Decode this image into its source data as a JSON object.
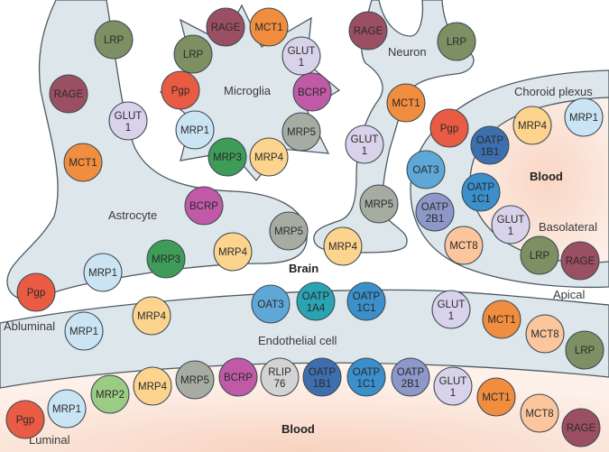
{
  "labels": {
    "microglia": "Microglia",
    "neuron": "Neuron",
    "choroid_plexus": "Choroid plexus",
    "blood_choroid": "Blood",
    "basolateral": "Basolateral",
    "apical": "Apical",
    "astrocyte": "Astrocyte",
    "brain": "Brain",
    "abluminal": "Abluminal",
    "endothelial_cell": "Endothelial cell",
    "blood_bottom": "Blood",
    "luminal": "Luminal"
  },
  "colors": {
    "tissue": "#dde6ea",
    "outline": "#4c5a63",
    "blood": "#fbe8de",
    "RAGE": "#9b4f62",
    "LRP": "#7d8f63",
    "MCT1": "#f08d3f",
    "GLUT": "#d8d2ea",
    "BCRP": "#c05aa6",
    "Pgp": "#ea5b43",
    "MRP1": "#cbe4f4",
    "MRP2": "#9ccb84",
    "MRP3": "#3e9c58",
    "MRP4": "#fdd48d",
    "MRP5": "#a6aca1",
    "OAT3": "#5ea7d6",
    "OATP1A4": "#2aa3b3",
    "OATP1C1": "#3b8fcb",
    "OATP1B1": "#3d6fae",
    "OATP2B1": "#8d98c8",
    "MCT8": "#fbc59d",
    "RLIP": "#d3d3d3"
  },
  "transporters": [
    {
      "id": "mg-rage",
      "lines": [
        "RAGE"
      ],
      "type": "RAGE"
    },
    {
      "id": "mg-mct1",
      "lines": [
        "MCT1"
      ],
      "type": "MCT1"
    },
    {
      "id": "mg-glut1",
      "lines": [
        "GLUT",
        "1"
      ],
      "type": "GLUT"
    },
    {
      "id": "mg-lrp",
      "lines": [
        "LRP"
      ],
      "type": "LRP"
    },
    {
      "id": "mg-pgp",
      "lines": [
        "Pgp"
      ],
      "type": "Pgp"
    },
    {
      "id": "mg-bcrp",
      "lines": [
        "BCRP"
      ],
      "type": "BCRP"
    },
    {
      "id": "mg-mrp1",
      "lines": [
        "MRP1"
      ],
      "type": "MRP1"
    },
    {
      "id": "mg-mrp5",
      "lines": [
        "MRP5"
      ],
      "type": "MRP5"
    },
    {
      "id": "mg-mrp3",
      "lines": [
        "MRP3"
      ],
      "type": "MRP3"
    },
    {
      "id": "mg-mrp4",
      "lines": [
        "MRP4"
      ],
      "type": "MRP4"
    },
    {
      "id": "ast-lrp",
      "lines": [
        "LRP"
      ],
      "type": "LRP"
    },
    {
      "id": "ast-rage",
      "lines": [
        "RAGE"
      ],
      "type": "RAGE"
    },
    {
      "id": "ast-glut1",
      "lines": [
        "GLUT",
        "1"
      ],
      "type": "GLUT"
    },
    {
      "id": "ast-mct1",
      "lines": [
        "MCT1"
      ],
      "type": "MCT1"
    },
    {
      "id": "ast-bcrp",
      "lines": [
        "BCRP"
      ],
      "type": "BCRP"
    },
    {
      "id": "ast-mrp5",
      "lines": [
        "MRP5"
      ],
      "type": "MRP5"
    },
    {
      "id": "ast-mrp4",
      "lines": [
        "MRP4"
      ],
      "type": "MRP4"
    },
    {
      "id": "ast-mrp3",
      "lines": [
        "MRP3"
      ],
      "type": "MRP3"
    },
    {
      "id": "ast-mrp1",
      "lines": [
        "MRP1"
      ],
      "type": "MRP1"
    },
    {
      "id": "ast-pgp",
      "lines": [
        "Pgp"
      ],
      "type": "Pgp"
    },
    {
      "id": "neu-rage",
      "lines": [
        "RAGE"
      ],
      "type": "RAGE"
    },
    {
      "id": "neu-lrp",
      "lines": [
        "LRP"
      ],
      "type": "LRP"
    },
    {
      "id": "neu-mct1",
      "lines": [
        "MCT1"
      ],
      "type": "MCT1"
    },
    {
      "id": "neu-glut1",
      "lines": [
        "GLUT",
        "1"
      ],
      "type": "GLUT"
    },
    {
      "id": "neu-mrp5",
      "lines": [
        "MRP5"
      ],
      "type": "MRP5"
    },
    {
      "id": "neu-mrp4",
      "lines": [
        "MRP4"
      ],
      "type": "MRP4"
    },
    {
      "id": "cp-pgp",
      "lines": [
        "Pgp"
      ],
      "type": "Pgp"
    },
    {
      "id": "cp-oat3",
      "lines": [
        "OAT3"
      ],
      "type": "OAT3"
    },
    {
      "id": "cp-oatp2b1",
      "lines": [
        "OATP",
        "2B1"
      ],
      "type": "OATP2B1"
    },
    {
      "id": "cp-mct8",
      "lines": [
        "MCT8"
      ],
      "type": "MCT8"
    },
    {
      "id": "cp-oatp1b1",
      "lines": [
        "OATP",
        "1B1"
      ],
      "type": "OATP1B1"
    },
    {
      "id": "cp-oatp1c1",
      "lines": [
        "OATP",
        "1C1"
      ],
      "type": "OATP1C1"
    },
    {
      "id": "cp-mrp4",
      "lines": [
        "MRP4"
      ],
      "type": "MRP4"
    },
    {
      "id": "cp-mrp1",
      "lines": [
        "MRP1"
      ],
      "type": "MRP1"
    },
    {
      "id": "cp-glut1",
      "lines": [
        "GLUT",
        "1"
      ],
      "type": "GLUT"
    },
    {
      "id": "cp-lrp",
      "lines": [
        "LRP"
      ],
      "type": "LRP"
    },
    {
      "id": "cp-rage",
      "lines": [
        "RAGE"
      ],
      "type": "RAGE"
    },
    {
      "id": "ab-mrp1",
      "lines": [
        "MRP1"
      ],
      "type": "MRP1"
    },
    {
      "id": "ab-mrp4",
      "lines": [
        "MRP4"
      ],
      "type": "MRP4"
    },
    {
      "id": "ab-oat3",
      "lines": [
        "OAT3"
      ],
      "type": "OAT3"
    },
    {
      "id": "ab-oatp1a4",
      "lines": [
        "OATP",
        "1A4"
      ],
      "type": "OATP1A4"
    },
    {
      "id": "ab-oatp1c1",
      "lines": [
        "OATP",
        "1C1"
      ],
      "type": "OATP1C1"
    },
    {
      "id": "ab-glut1",
      "lines": [
        "GLUT",
        "1"
      ],
      "type": "GLUT"
    },
    {
      "id": "ab-mct1",
      "lines": [
        "MCT1"
      ],
      "type": "MCT1"
    },
    {
      "id": "ab-mct8",
      "lines": [
        "MCT8"
      ],
      "type": "MCT8"
    },
    {
      "id": "ab-lrp",
      "lines": [
        "LRP"
      ],
      "type": "LRP"
    },
    {
      "id": "lu-pgp",
      "lines": [
        "Pgp"
      ],
      "type": "Pgp"
    },
    {
      "id": "lu-mrp1",
      "lines": [
        "MRP1"
      ],
      "type": "MRP1"
    },
    {
      "id": "lu-mrp2",
      "lines": [
        "MRP2"
      ],
      "type": "MRP2"
    },
    {
      "id": "lu-mrp4",
      "lines": [
        "MRP4"
      ],
      "type": "MRP4"
    },
    {
      "id": "lu-mrp5",
      "lines": [
        "MRP5"
      ],
      "type": "MRP5"
    },
    {
      "id": "lu-bcrp",
      "lines": [
        "BCRP"
      ],
      "type": "BCRP"
    },
    {
      "id": "lu-rlip76",
      "lines": [
        "RLIP",
        "76"
      ],
      "type": "RLIP"
    },
    {
      "id": "lu-oatp1b1",
      "lines": [
        "OATP",
        "1B1"
      ],
      "type": "OATP1B1"
    },
    {
      "id": "lu-oatp1c1",
      "lines": [
        "OATP",
        "1C1"
      ],
      "type": "OATP1C1"
    },
    {
      "id": "lu-oatp2b1",
      "lines": [
        "OATP",
        "2B1"
      ],
      "type": "OATP2B1"
    },
    {
      "id": "lu-glut1",
      "lines": [
        "GLUT",
        "1"
      ],
      "type": "GLUT"
    },
    {
      "id": "lu-mct1",
      "lines": [
        "MCT1"
      ],
      "type": "MCT1"
    },
    {
      "id": "lu-mct8",
      "lines": [
        "MCT8"
      ],
      "type": "MCT8"
    },
    {
      "id": "lu-rage",
      "lines": [
        "RAGE"
      ],
      "type": "RAGE"
    }
  ]
}
